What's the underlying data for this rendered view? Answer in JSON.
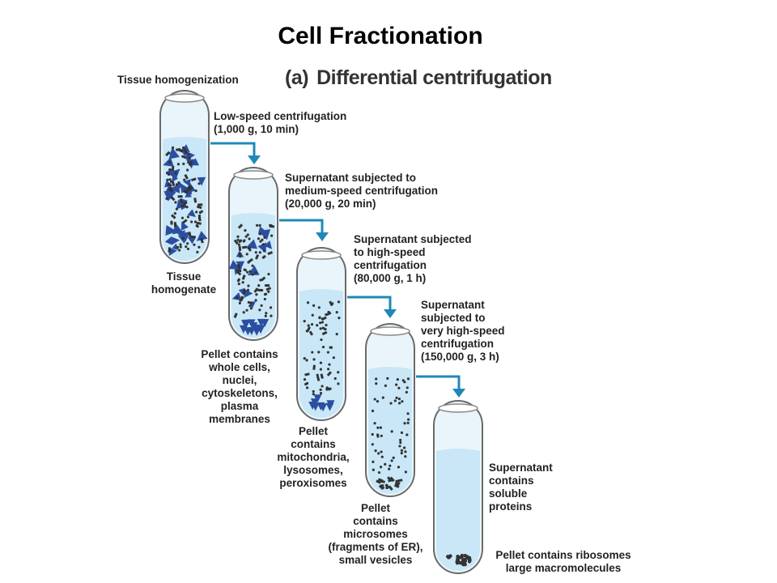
{
  "title": "Cell Fractionation",
  "heading": {
    "letter": "(a)",
    "text": "Differential centrifugation"
  },
  "colors": {
    "liquid": "#c9e7f6",
    "tube_glass": "#eaf5fb",
    "tube_outline": "#6a6a6a",
    "arrow": "#1f88b8",
    "nuclei_triangles": "#2c4ea0",
    "particles": "#333333"
  },
  "labels": {
    "tissue_homogenization": "Tissue homogenization",
    "low_speed": [
      "Low-speed centrifugation",
      "(1,000 g, 10 min)"
    ],
    "tissue_homogenate": [
      "Tissue",
      "homogenate"
    ],
    "medium_speed": [
      "Supernatant subjected to",
      "medium-speed centrifugation",
      "(20,000 g, 20 min)"
    ],
    "pellet_1": [
      "Pellet contains",
      "whole cells,",
      "nuclei,",
      "cytoskeletons,",
      "plasma",
      "membranes"
    ],
    "high_speed": [
      "Supernatant subjected",
      "to high-speed",
      "centrifugation",
      "(80,000 g, 1 h)"
    ],
    "pellet_2": [
      "Pellet",
      "contains",
      "mitochondria,",
      "lysosomes,",
      "peroxisomes"
    ],
    "very_high_speed": [
      "Supernatant",
      "subjected to",
      "very high-speed",
      "centrifugation",
      "(150,000 g, 3 h)"
    ],
    "pellet_3": [
      "Pellet",
      "contains",
      "microsomes",
      "(fragments of ER),",
      "small vesicles"
    ],
    "supernatant_final": [
      "Supernatant",
      "contains",
      "soluble",
      "proteins"
    ],
    "pellet_4": [
      "Pellet contains ribosomes",
      "large macromolecules"
    ]
  }
}
